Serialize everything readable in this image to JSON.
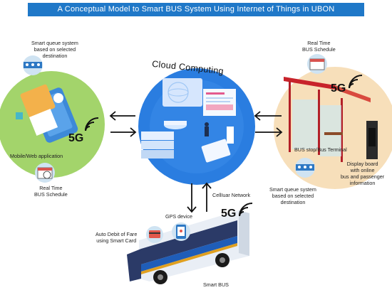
{
  "title": "A Conceptual Model to Smart BUS System Using Internet of Things in UBON",
  "cloud": {
    "label": "Cloud Computing"
  },
  "left_node": {
    "queue_label": "Smart queue system\nbased on selected\ndestination",
    "app_label": "Mobile/Web application",
    "schedule_label": "Real Time\nBUS Schedule",
    "network_badge": "5G"
  },
  "right_node": {
    "schedule_label": "Real Time\nBUS Schedule",
    "stop_label": "BUS stop/Bus Terminal",
    "display_label": "Display board\nwith online\nbus and passenger\ninformation",
    "queue_label": "Smart queue system\nbased on selected\ndestination",
    "network_badge": "5G"
  },
  "bottom_node": {
    "network_label": "CellIuar Network",
    "gps_label": "GPS device",
    "fare_label": "Auto Debit of Fare\nusing Smart Card",
    "bus_label": "Smart BUS",
    "network_badge": "5G"
  },
  "colors": {
    "title_bg": "#1f78c8",
    "left_circle": "#a3d46b",
    "center_circle": "#2a7de0",
    "right_circle": "#f7dfba"
  }
}
